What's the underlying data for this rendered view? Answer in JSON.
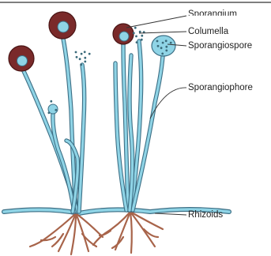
{
  "labels": {
    "sporangium": "Sporangium",
    "columella": "Columella",
    "sporangiospore": "Sporangiospore",
    "sporangiophore": "Sporangiophore",
    "rhizoids": "Rhizoids"
  },
  "colors": {
    "hypha_fill": "#8fd4e6",
    "hypha_outline": "#3d6f85",
    "sporangium": "#7a2a2a",
    "sporangium_dark": "#4a1414",
    "rhizoid": "#a8644a",
    "spore": "#3a6a7a"
  }
}
